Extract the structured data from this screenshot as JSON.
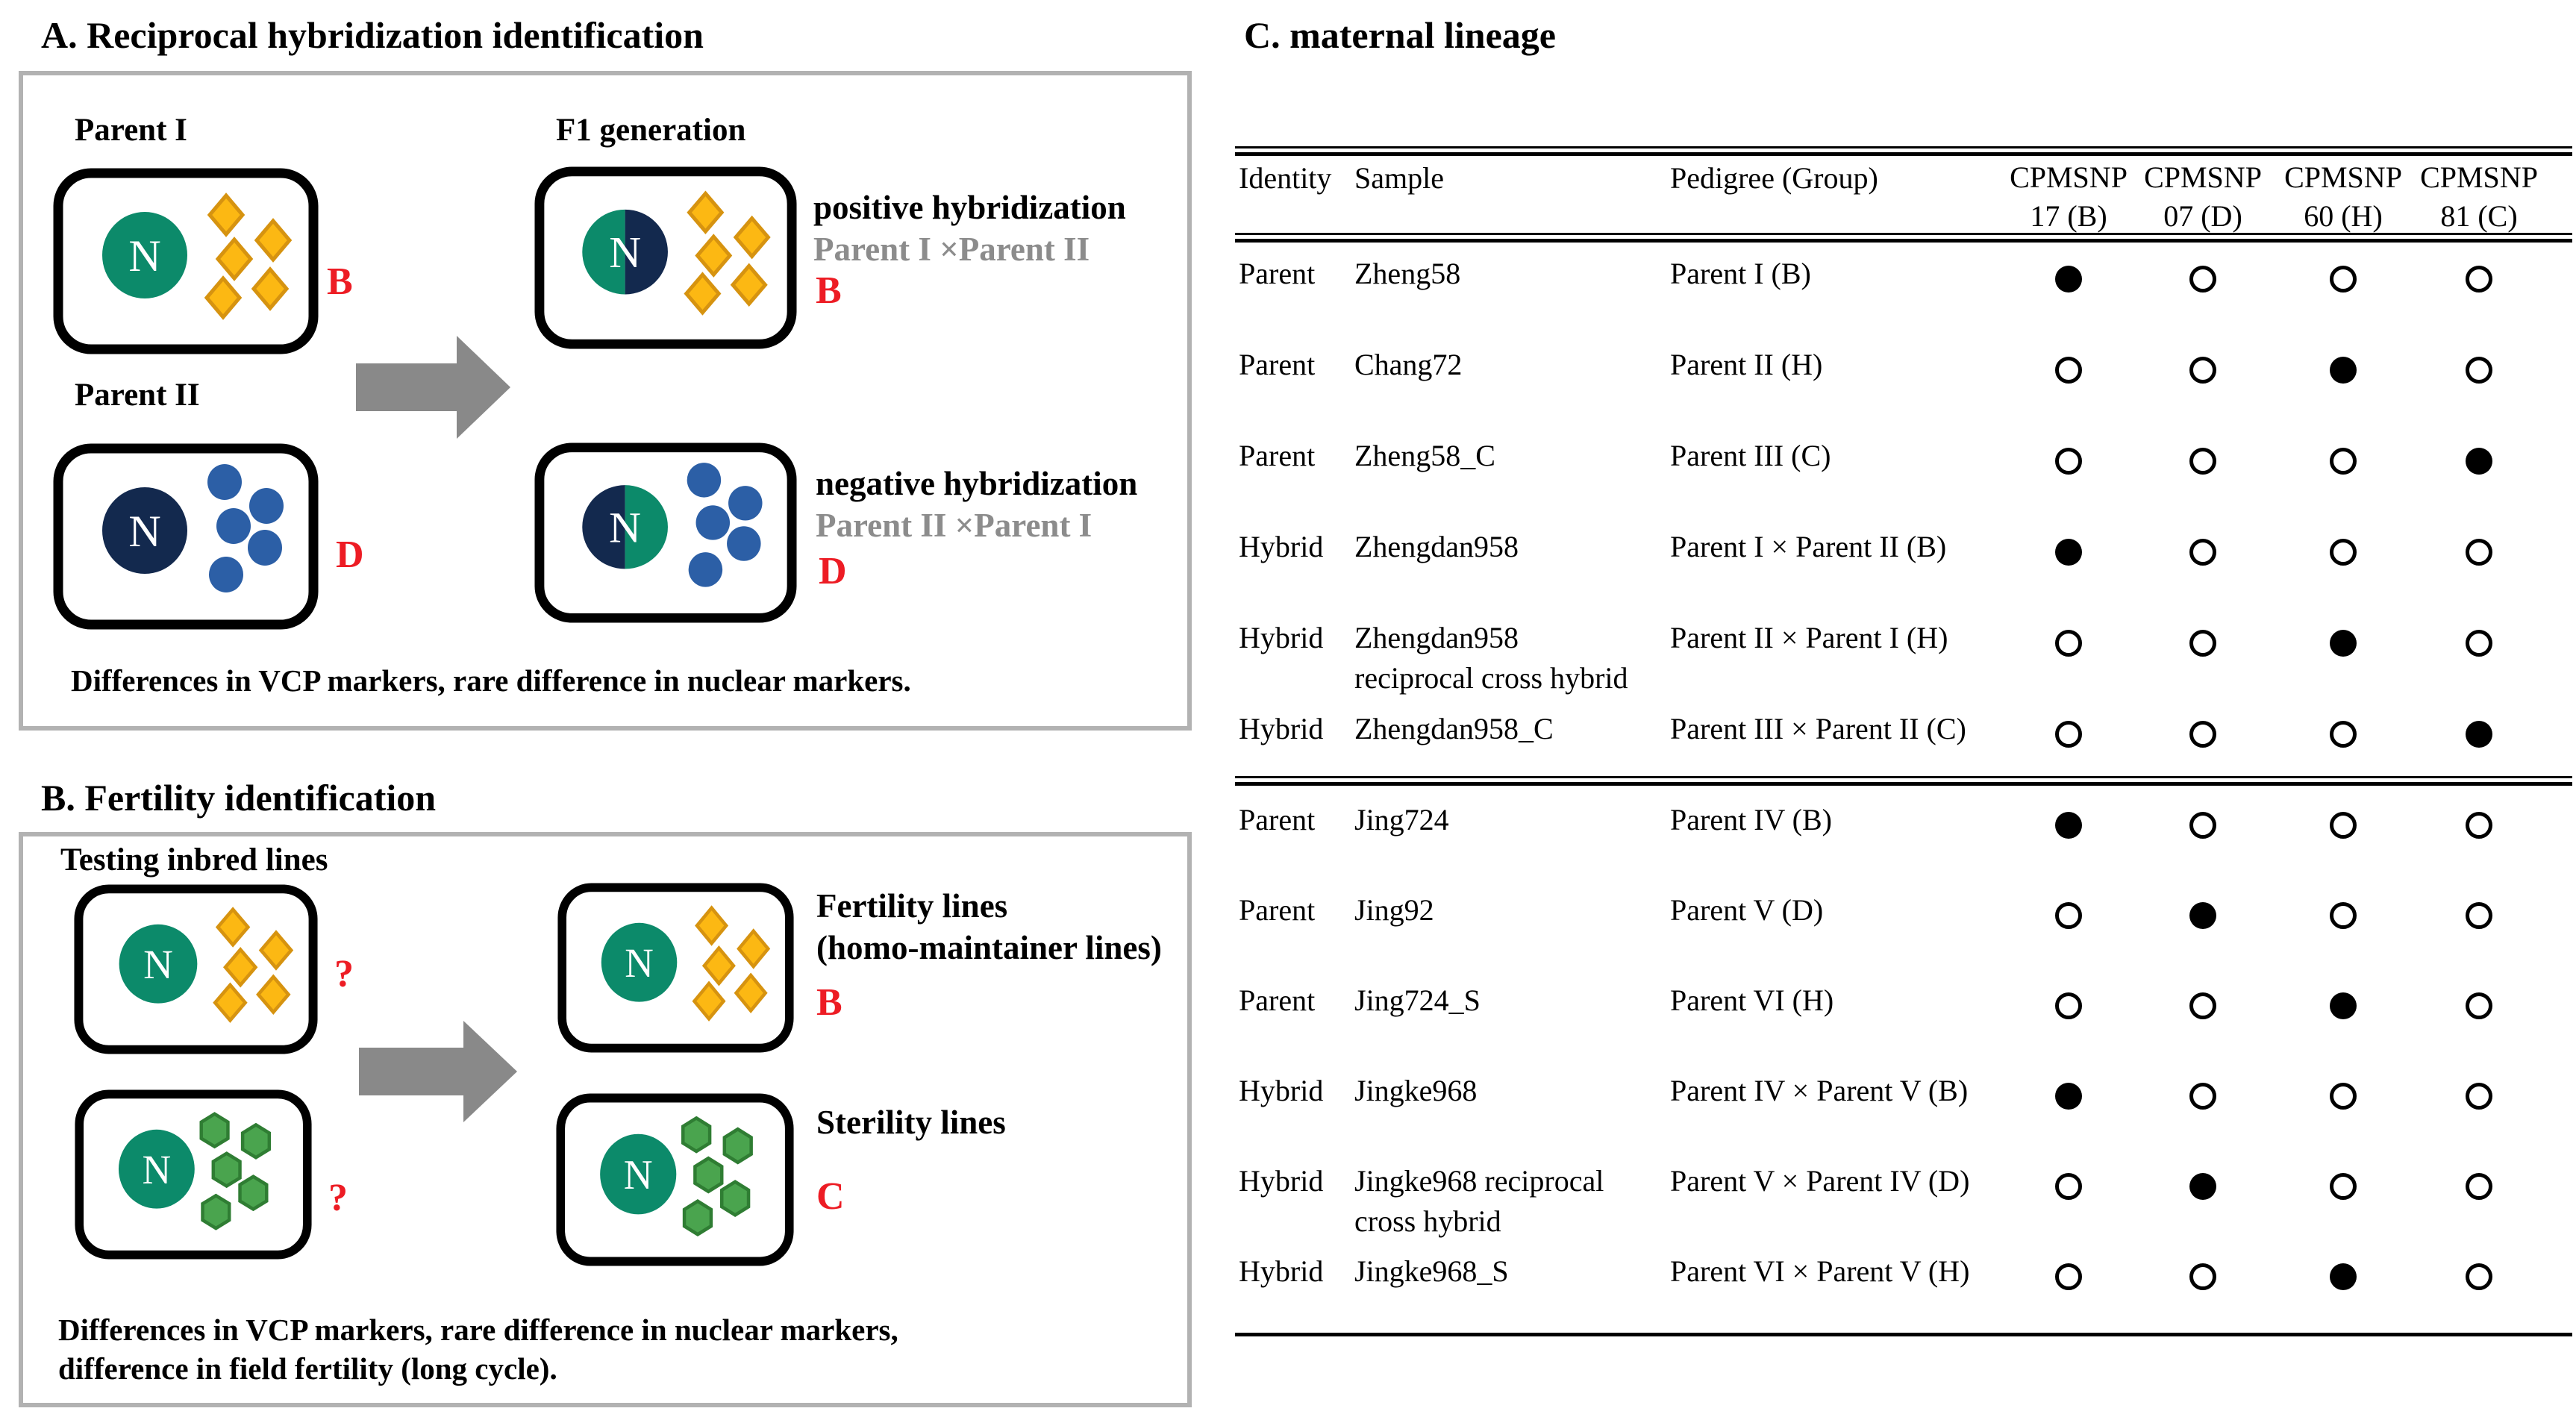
{
  "nucleus_letter": "N",
  "colors": {
    "teal_nucleus": "#0c8a6a",
    "navy_nucleus": "#13294e",
    "blue_organelle": "#2c5fa6",
    "diamond_fill": "#fcb813",
    "diamond_stroke": "#d69310",
    "hex_fill": "#4aa44e",
    "hex_stroke": "#2f7d33",
    "arrow_gray": "#898989",
    "panel_border": "#b2b2b2",
    "accent_red": "#ed1c24",
    "cross_gray": "#8c8c8c"
  },
  "panel_a": {
    "title": "A. Reciprocal hybridization identification",
    "parent1_label": "Parent I",
    "parent2_label": "Parent II",
    "f1_label": "F1 generation",
    "parent1_badge": "B",
    "parent2_badge": "D",
    "positive": {
      "title": "positive hybridization",
      "cross": "Parent I ×Parent II",
      "badge": "B"
    },
    "negative": {
      "title": "negative hybridization",
      "cross": "Parent II ×Parent I",
      "badge": "D"
    },
    "caption": "Differences in VCP markers, rare difference in nuclear markers."
  },
  "panel_b": {
    "title": "B. Fertility identification",
    "testing_label": "Testing inbred lines",
    "question1": "?",
    "question2": "?",
    "fertility_title": "Fertility lines",
    "fertility_sub": "(homo-maintainer lines)",
    "fertility_badge": "B",
    "sterility_title": "Sterility lines",
    "sterility_badge": "C",
    "caption_line1": "Differences in VCP markers,  rare difference in nuclear markers,",
    "caption_line2": "difference in field fertility (long cycle)."
  },
  "panel_c": {
    "title": "C. maternal lineage",
    "table": {
      "headers": {
        "identity": "Identity",
        "sample": "Sample",
        "pedigree": "Pedigree (Group)",
        "markers": [
          [
            "CPMSNP",
            "17 (B)"
          ],
          [
            "CPMSNP",
            "07 (D)"
          ],
          [
            "CPMSNP",
            "60 (H)"
          ],
          [
            "CPMSNP",
            "81 (C)"
          ]
        ]
      },
      "rows": [
        {
          "identity": "Parent",
          "sample": [
            "Zheng58"
          ],
          "pedigree": "Parent I (B)",
          "dots": [
            1,
            0,
            0,
            0
          ]
        },
        {
          "identity": "Parent",
          "sample": [
            "Chang72"
          ],
          "pedigree": "Parent II (H)",
          "dots": [
            0,
            0,
            1,
            0
          ]
        },
        {
          "identity": "Parent",
          "sample": [
            "Zheng58_C"
          ],
          "pedigree": "Parent III (C)",
          "dots": [
            0,
            0,
            0,
            1
          ]
        },
        {
          "identity": "Hybrid",
          "sample": [
            "Zhengdan958"
          ],
          "pedigree": "Parent I × Parent II (B)",
          "dots": [
            1,
            0,
            0,
            0
          ]
        },
        {
          "identity": "Hybrid",
          "sample": [
            "Zhengdan958",
            "reciprocal cross hybrid"
          ],
          "pedigree": "Parent II × Parent I (H)",
          "dots": [
            0,
            0,
            1,
            0
          ]
        },
        {
          "identity": "Hybrid",
          "sample": [
            "Zhengdan958_C"
          ],
          "pedigree": "Parent III × Parent II (C)",
          "dots": [
            0,
            0,
            0,
            1
          ]
        },
        {
          "identity": "Parent",
          "sample": [
            "Jing724"
          ],
          "pedigree": "Parent IV (B)",
          "dots": [
            1,
            0,
            0,
            0
          ]
        },
        {
          "identity": "Parent",
          "sample": [
            "Jing92"
          ],
          "pedigree": "Parent V (D)",
          "dots": [
            0,
            1,
            0,
            0
          ]
        },
        {
          "identity": "Parent",
          "sample": [
            "Jing724_S"
          ],
          "pedigree": "Parent VI (H)",
          "dots": [
            0,
            0,
            1,
            0
          ]
        },
        {
          "identity": "Hybrid",
          "sample": [
            "Jingke968"
          ],
          "pedigree": "Parent IV × Parent V (B)",
          "dots": [
            1,
            0,
            0,
            0
          ]
        },
        {
          "identity": "Hybrid",
          "sample": [
            "Jingke968 reciprocal",
            "cross hybrid"
          ],
          "pedigree": "Parent V × Parent IV (D)",
          "dots": [
            0,
            1,
            0,
            0
          ]
        },
        {
          "identity": "Hybrid",
          "sample": [
            "Jingke968_S"
          ],
          "pedigree": "Parent VI × Parent V (H)",
          "dots": [
            0,
            0,
            1,
            0
          ]
        }
      ]
    }
  },
  "cells": [
    {
      "id": "parent1-cell",
      "nucleus": "teal",
      "organelle": "diamond"
    },
    {
      "id": "parent2-cell",
      "nucleus": "navy",
      "organelle": "circle"
    },
    {
      "id": "f1-positive-cell",
      "nucleus": "teal-navy",
      "organelle": "diamond"
    },
    {
      "id": "f1-negative-cell",
      "nucleus": "navy-teal",
      "organelle": "circle"
    },
    {
      "id": "testing-line1-cell",
      "nucleus": "teal",
      "organelle": "diamond"
    },
    {
      "id": "testing-line2-cell",
      "nucleus": "teal",
      "organelle": "hexagon"
    },
    {
      "id": "fertility-cell",
      "nucleus": "teal",
      "organelle": "diamond"
    },
    {
      "id": "sterility-cell",
      "nucleus": "teal",
      "organelle": "hexagon"
    }
  ]
}
